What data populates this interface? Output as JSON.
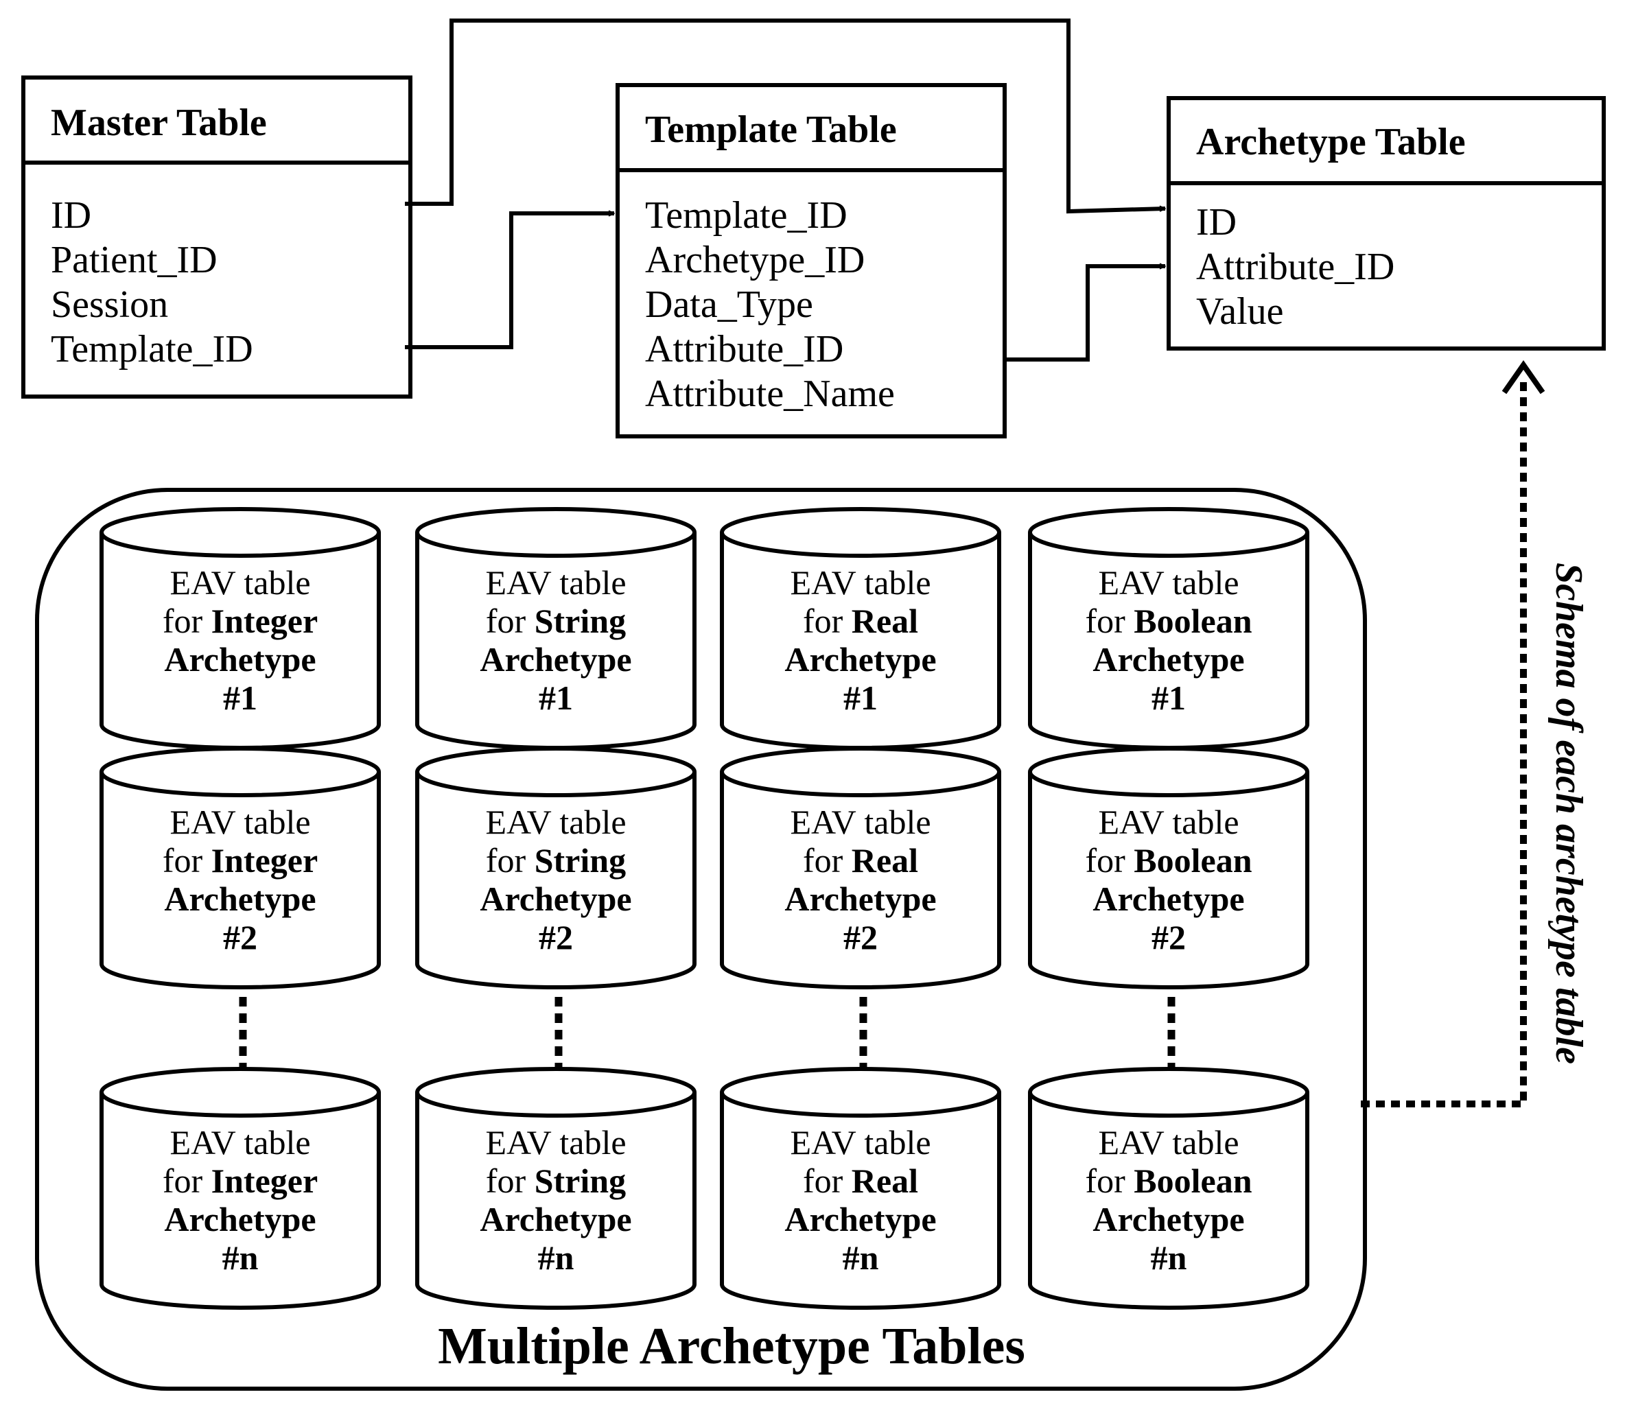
{
  "tables": {
    "master": {
      "title": "Master Table",
      "fields": [
        "ID",
        "Patient_ID",
        "Session",
        "Template_ID"
      ]
    },
    "template": {
      "title": "Template Table",
      "fields": [
        "Template_ID",
        "Archetype_ID",
        "Data_Type",
        "Attribute_ID",
        "Attribute_Name"
      ]
    },
    "archetype": {
      "title": "Archetype Table",
      "fields": [
        "ID",
        "Attribute_ID",
        "Value"
      ]
    }
  },
  "eav": {
    "line1": "EAV table",
    "prefix": "for",
    "line3": "Archetype",
    "types": [
      "Integer",
      "String",
      "Real",
      "Boolean"
    ],
    "indices": [
      "#1",
      "#2",
      "#n"
    ]
  },
  "group_label": "Multiple Archetype Tables",
  "schema_note": "Schema of each archetype table"
}
